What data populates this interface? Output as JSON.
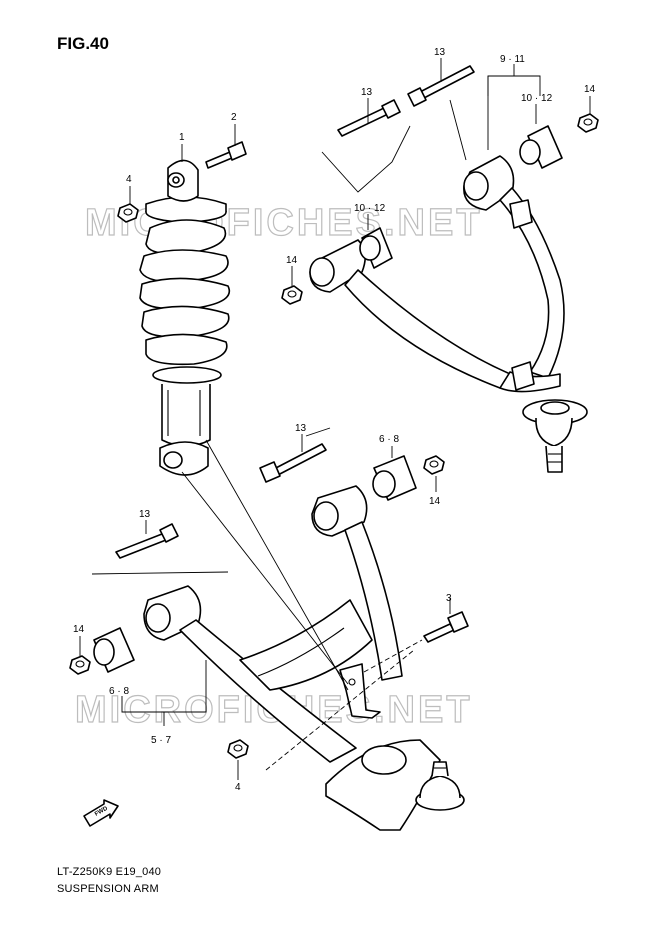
{
  "figure": {
    "title": "FIG.40",
    "code": "LT-Z250K9 E19_040",
    "name": "SUSPENSION ARM"
  },
  "watermark": "MICROFICHES.NET",
  "fwd_label": "FWD",
  "callouts": {
    "c1": "1",
    "c2": "2",
    "c3": "3",
    "c4a": "4",
    "c4b": "4",
    "c57": "5 · 7",
    "c68a": "6 · 8",
    "c68b": "6 · 8",
    "c911": "9 · 11",
    "c1012a": "10 · 12",
    "c1012b": "10 · 12",
    "c13a": "13",
    "c13b": "13",
    "c13c": "13",
    "c13d": "13",
    "c14a": "14",
    "c14b": "14",
    "c14c": "14",
    "c14d": "14"
  }
}
